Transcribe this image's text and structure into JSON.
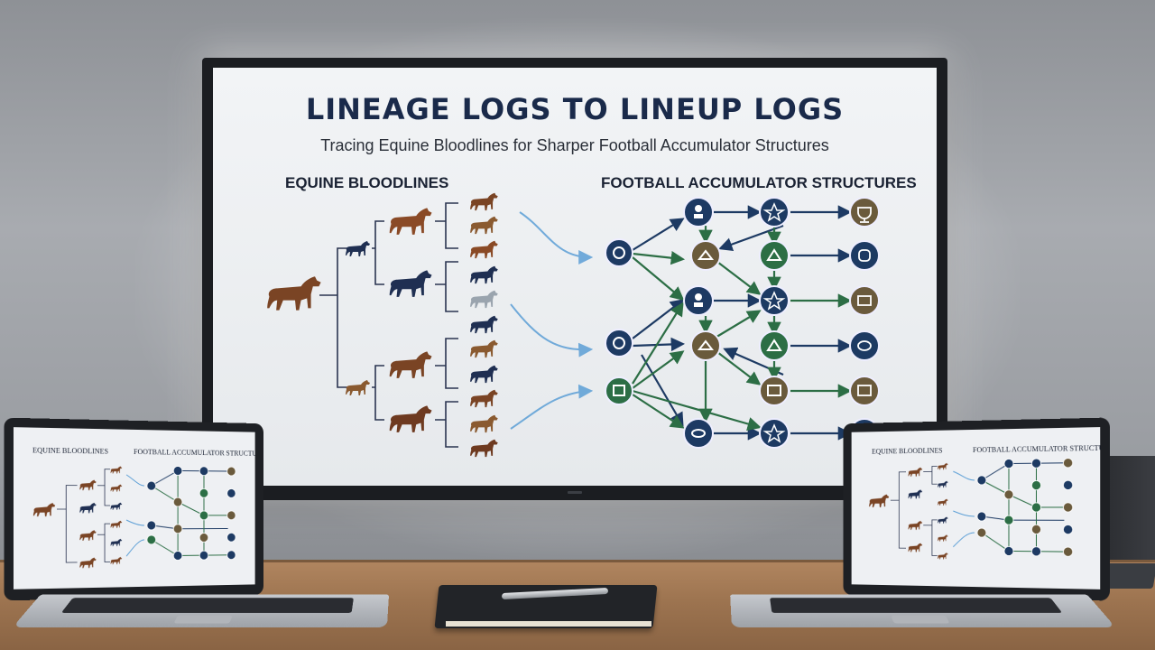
{
  "screen": {
    "title": "LINEAGE LOGS TO LINEUP LOGS",
    "subtitle": "Tracing Equine Bloodlines for Sharper Football Accumulator Structures",
    "left_heading": "EQUINE BLOODLINES",
    "right_heading": "FOOTBALL ACCUMULATOR STRUCTURES"
  },
  "laptop_left": {
    "left_heading": "EQUINE BLOODLINES",
    "right_heading": "FOOTBALL ACCUMULATOR STRUCTURES"
  },
  "laptop_right": {
    "left_heading": "EQUINE BLOODLINES",
    "right_heading": "FOOTBALL ACCUMULATOR STRUCTURES"
  },
  "colors": {
    "navy": "#1d3a63",
    "green": "#2c6e45",
    "bronze": "#6a5a3c",
    "horse_brown": "#7a4424",
    "horse_navy": "#1f2f52",
    "arrow_blue": "#6aa6d6"
  },
  "icons": [
    "horse-icon",
    "football-node-icon",
    "star-icon",
    "trophy-icon"
  ]
}
